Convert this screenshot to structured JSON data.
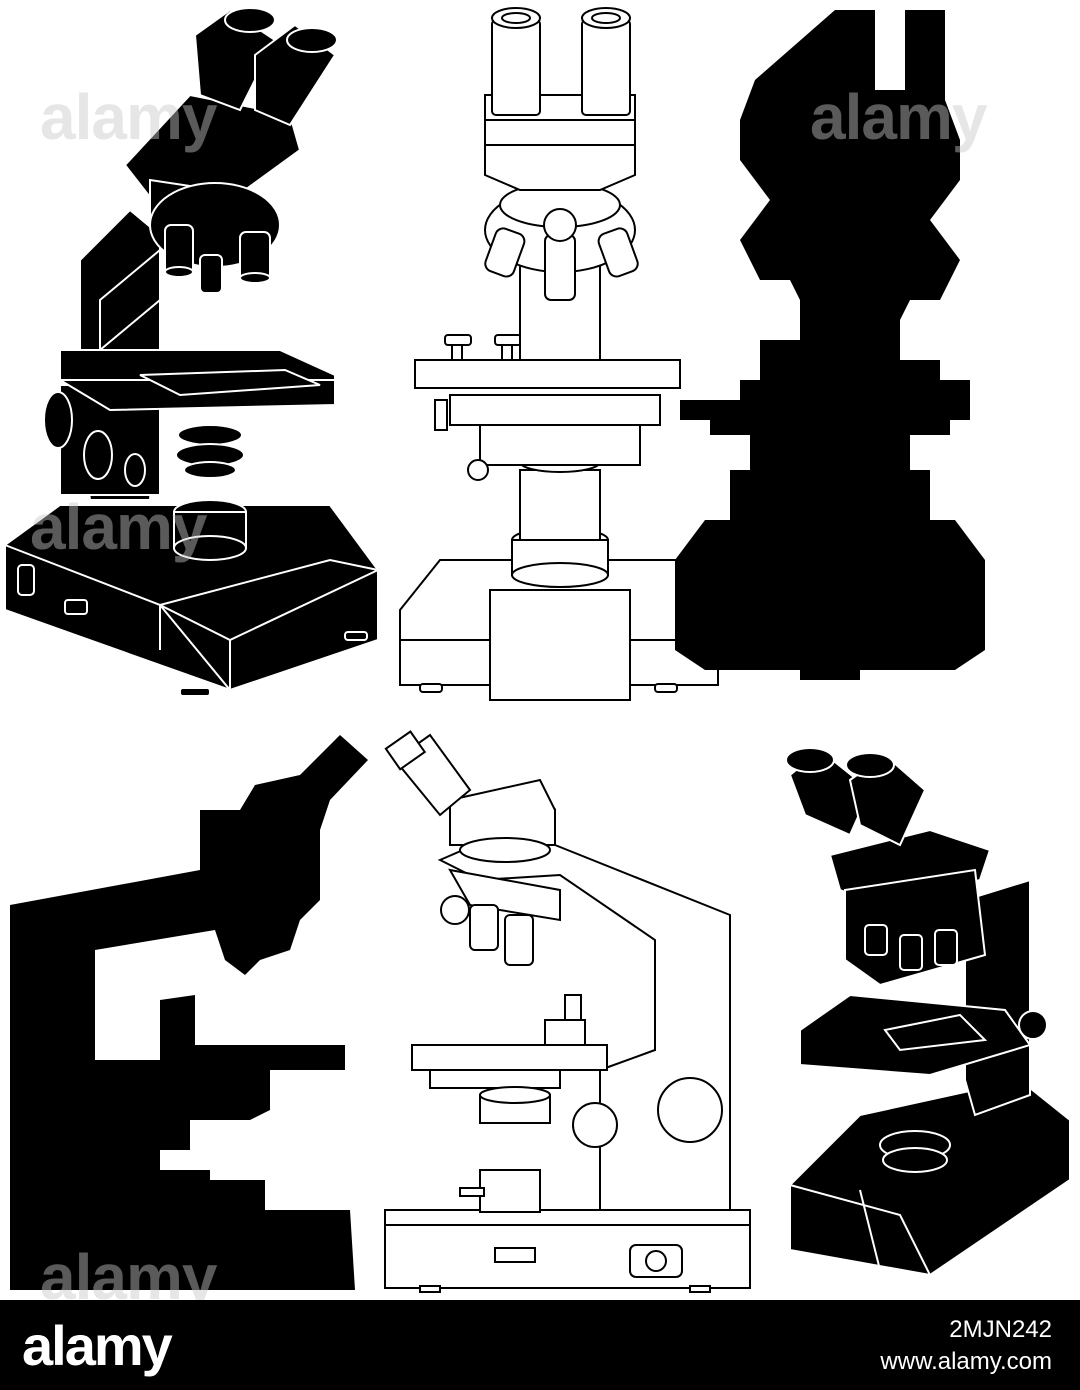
{
  "watermark": {
    "text": "alamy"
  },
  "footer": {
    "logo_text": "alamy",
    "image_id": "2MJN242",
    "site": "www.alamy.com"
  },
  "colors": {
    "background": "#ffffff",
    "ink": "#000000",
    "footer_bg": "#000000",
    "footer_text": "#ffffff"
  },
  "illustrations": [
    {
      "name": "microscope-binocular-angled-black",
      "style": "black with white outline"
    },
    {
      "name": "microscope-binocular-front-outline",
      "style": "white line art"
    },
    {
      "name": "microscope-binocular-front-silhouette",
      "style": "black silhouette"
    },
    {
      "name": "microscope-monocular-side-silhouette",
      "style": "black silhouette"
    },
    {
      "name": "microscope-monocular-side-outline",
      "style": "white line art"
    },
    {
      "name": "microscope-binocular-angled-black-small",
      "style": "black with white outline"
    }
  ]
}
